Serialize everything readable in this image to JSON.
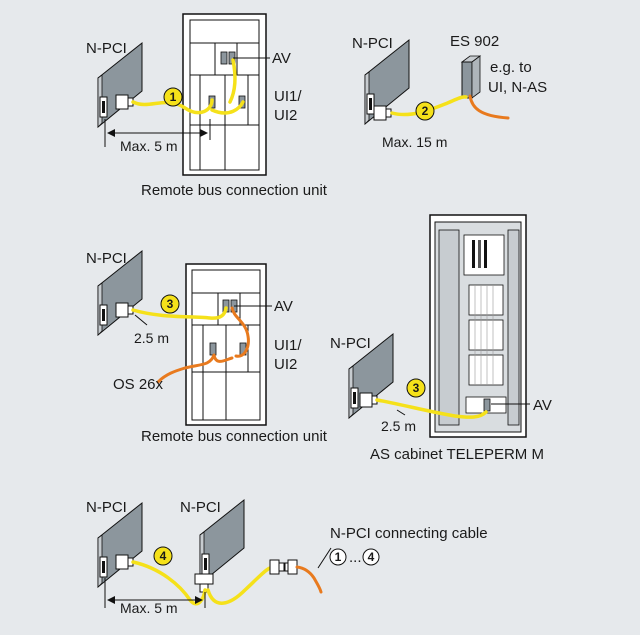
{
  "labels": {
    "npci": "N-PCI",
    "es902": "ES 902",
    "eg_line1": "e.g. to",
    "eg_line2": "UI, N-AS",
    "av": "AV",
    "ui1": "UI1/",
    "ui2": "UI2",
    "max5m": "Max. 5 m",
    "max15m": "Max. 15 m",
    "dist25m": "2.5 m",
    "remote_bus_unit": "Remote bus connection unit",
    "os26x": "OS 26x",
    "as_cabinet": "AS cabinet TELEPERM M",
    "npci_cable": "N-PCI connecting cable",
    "range_sep": "..."
  },
  "markers": {
    "one": "1",
    "two": "2",
    "three": "3",
    "four": "4"
  },
  "colors": {
    "background": "#e6e9ec",
    "yellow_cable": "#f5e11a",
    "orange_cable": "#e87a1e",
    "card_fill": "#8c969d",
    "cabinet_fill": "#ffffff",
    "cabinet_inner": "#d9dde0"
  }
}
